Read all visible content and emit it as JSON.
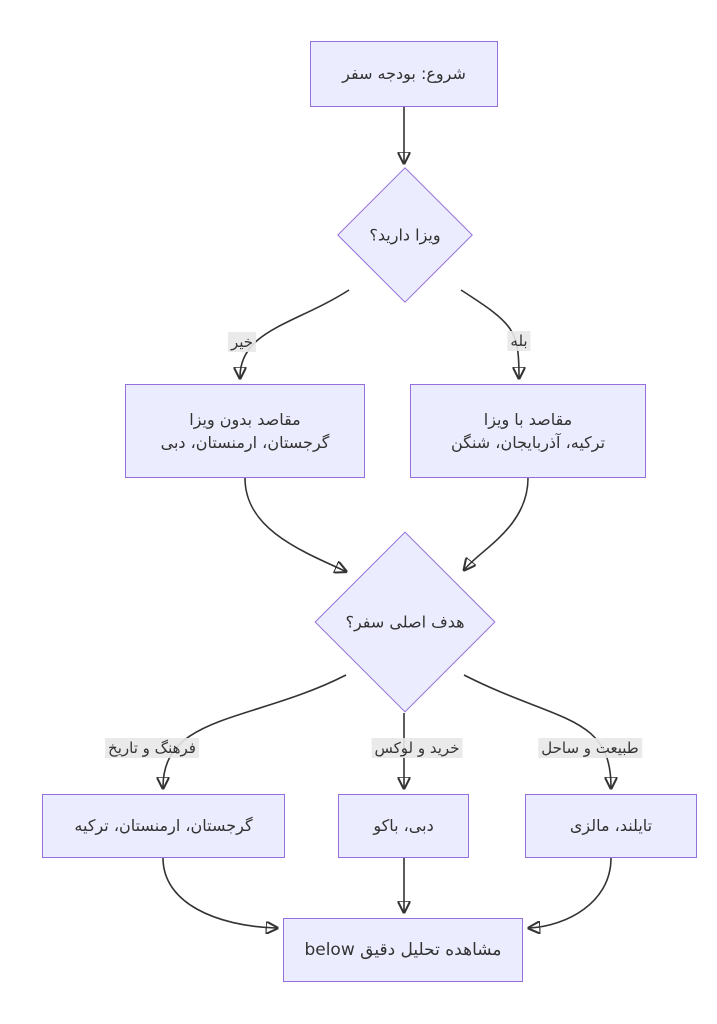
{
  "diagram": {
    "type": "flowchart",
    "direction": "top-down",
    "nodes": {
      "start": {
        "label": "شروع: بودجه سفر"
      },
      "visa_question": {
        "label": "ویزا دارید؟"
      },
      "no_visa": {
        "line1": "مقاصد بدون ویزا",
        "line2": "گرجستان، ارمنستان، دبی"
      },
      "with_visa": {
        "line1": "مقاصد با ویزا",
        "line2": "ترکیه، آذربایجان، شنگن"
      },
      "purpose_question": {
        "label": "هدف اصلی سفر؟"
      },
      "culture_dest": {
        "label": "گرجستان، ارمنستان، ترکیه"
      },
      "shopping_dest": {
        "label": "دبی، باکو"
      },
      "nature_dest": {
        "label": "تایلند، مالزی"
      },
      "final": {
        "label": "مشاهده تحلیل دقیق below"
      }
    },
    "edge_labels": {
      "no": "خیر",
      "yes": "بله",
      "culture_history": "فرهنگ و تاریخ",
      "shopping_luxury": "خرید و لوکس",
      "nature_beach": "طبیعت و ساحل"
    },
    "colors": {
      "node_fill": "#ECECFF",
      "node_border": "#9370DB",
      "edge": "#333333",
      "edge_label_bg": "#E8E8E8",
      "text": "#333333",
      "background": "#FFFFFF"
    }
  }
}
